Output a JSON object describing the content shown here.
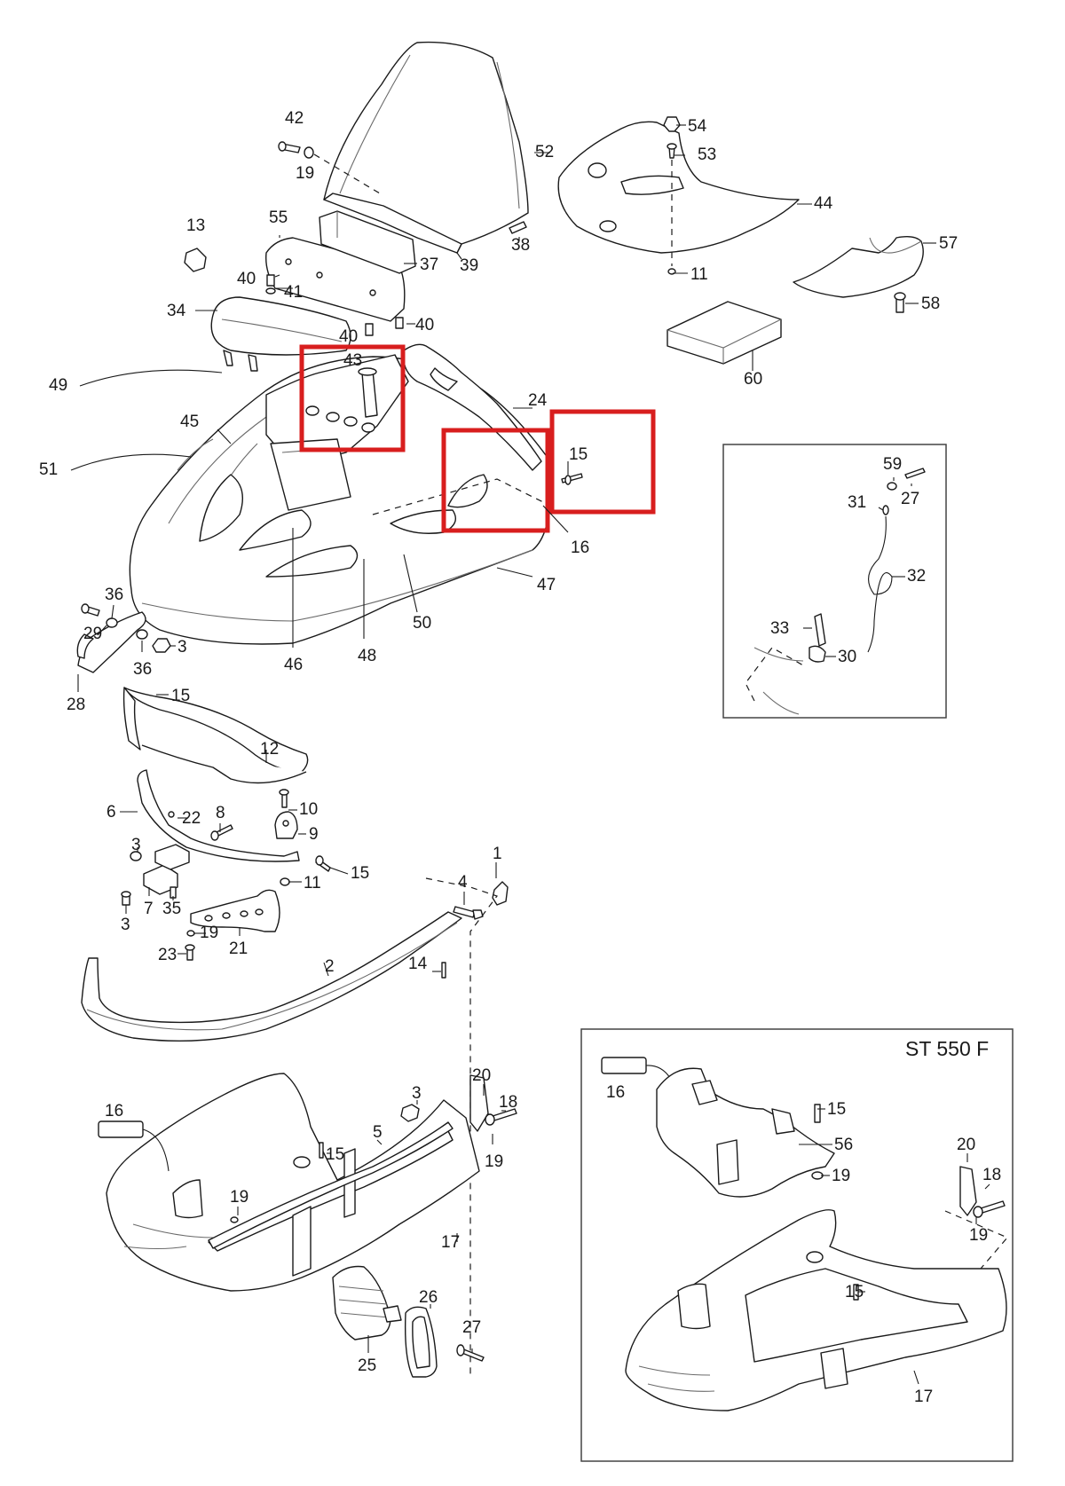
{
  "colors": {
    "highlight": "#d81e1e",
    "line": "#1a1a1a"
  },
  "inset_title": "ST 550 F",
  "callouts": {
    "c1": "1",
    "c2": "2",
    "c3a": "3",
    "c3b": "3",
    "c3c": "3",
    "c3d": "3",
    "c4": "4",
    "c5": "5",
    "c6": "6",
    "c7": "7",
    "c8": "8",
    "c9": "9",
    "c10": "10",
    "c11a": "11",
    "c11b": "11",
    "c12": "12",
    "c13": "13",
    "c14": "14",
    "c15a": "15",
    "c15b": "15",
    "c15c": "15",
    "c15d": "15",
    "c16a": "16",
    "c16b": "16",
    "c17": "17",
    "c18": "18",
    "c19a": "19",
    "c19b": "19",
    "c19c": "19",
    "c19d": "19",
    "c20": "20",
    "c21": "21",
    "c22": "22",
    "c23": "23",
    "c24": "24",
    "c25": "25",
    "c26": "26",
    "c27": "27",
    "c28": "28",
    "c29": "29",
    "c34": "34",
    "c35": "35",
    "c36a": "36",
    "c36b": "36",
    "c37": "37",
    "c38": "38",
    "c39": "39",
    "c40a": "40",
    "c40b": "40",
    "c40c": "40",
    "c41": "41",
    "c42": "42",
    "c43": "43",
    "c44": "44",
    "c45": "45",
    "c46": "46",
    "c47": "47",
    "c48": "48",
    "c49": "49",
    "c50": "50",
    "c51": "51",
    "c52": "52",
    "c53": "53",
    "c54": "54",
    "c55": "55",
    "c57": "57",
    "c58": "58",
    "c60": "60"
  },
  "inset_a": {
    "c59": "59",
    "c27": "27",
    "c31": "31",
    "c32": "32",
    "c33": "33",
    "c30": "30"
  },
  "inset_b": {
    "c16": "16",
    "c15a": "15",
    "c56": "56",
    "c19a": "19",
    "c20": "20",
    "c18": "18",
    "c19b": "19",
    "c15b": "15",
    "c17": "17"
  }
}
